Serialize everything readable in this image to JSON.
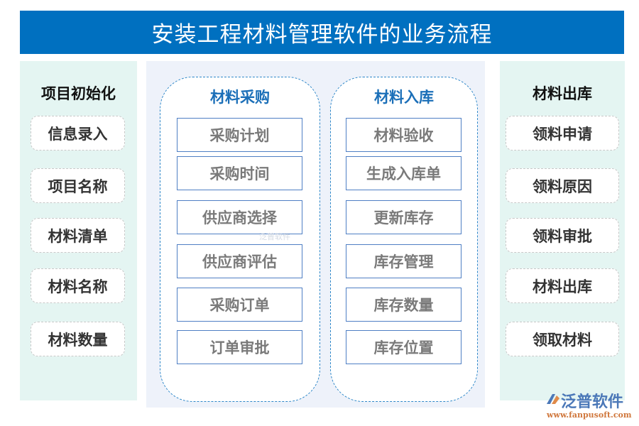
{
  "title": "安装工程材料管理软件的业务流程",
  "left_panel": {
    "title": "项目初始化",
    "items": [
      "信息录入",
      "项目名称",
      "材料清单",
      "材料名称",
      "材料数量"
    ]
  },
  "purchase": {
    "title": "材料采购",
    "items": [
      "采购计划",
      "采购时间",
      "供应商选择",
      "供应商评估",
      "采购订单",
      "订单审批"
    ]
  },
  "intake": {
    "title": "材料入库",
    "items": [
      "材料验收",
      "生成入库单",
      "更新库存",
      "库存管理",
      "库存数量",
      "库存位置"
    ]
  },
  "right_panel": {
    "title": "材料出库",
    "items": [
      "领料申请",
      "领料原因",
      "领料审批",
      "材料出库",
      "领取材料"
    ]
  },
  "watermark": "泛普软件",
  "logo": {
    "name": "泛普软件",
    "url": "www.fanpusoft.com"
  },
  "colors": {
    "banner": "#0070c0",
    "side_bg": "#e4f5f2",
    "middle_bg": "#eef2fa",
    "column_border": "#2e87c9",
    "box_border": "#4f7fc4"
  }
}
